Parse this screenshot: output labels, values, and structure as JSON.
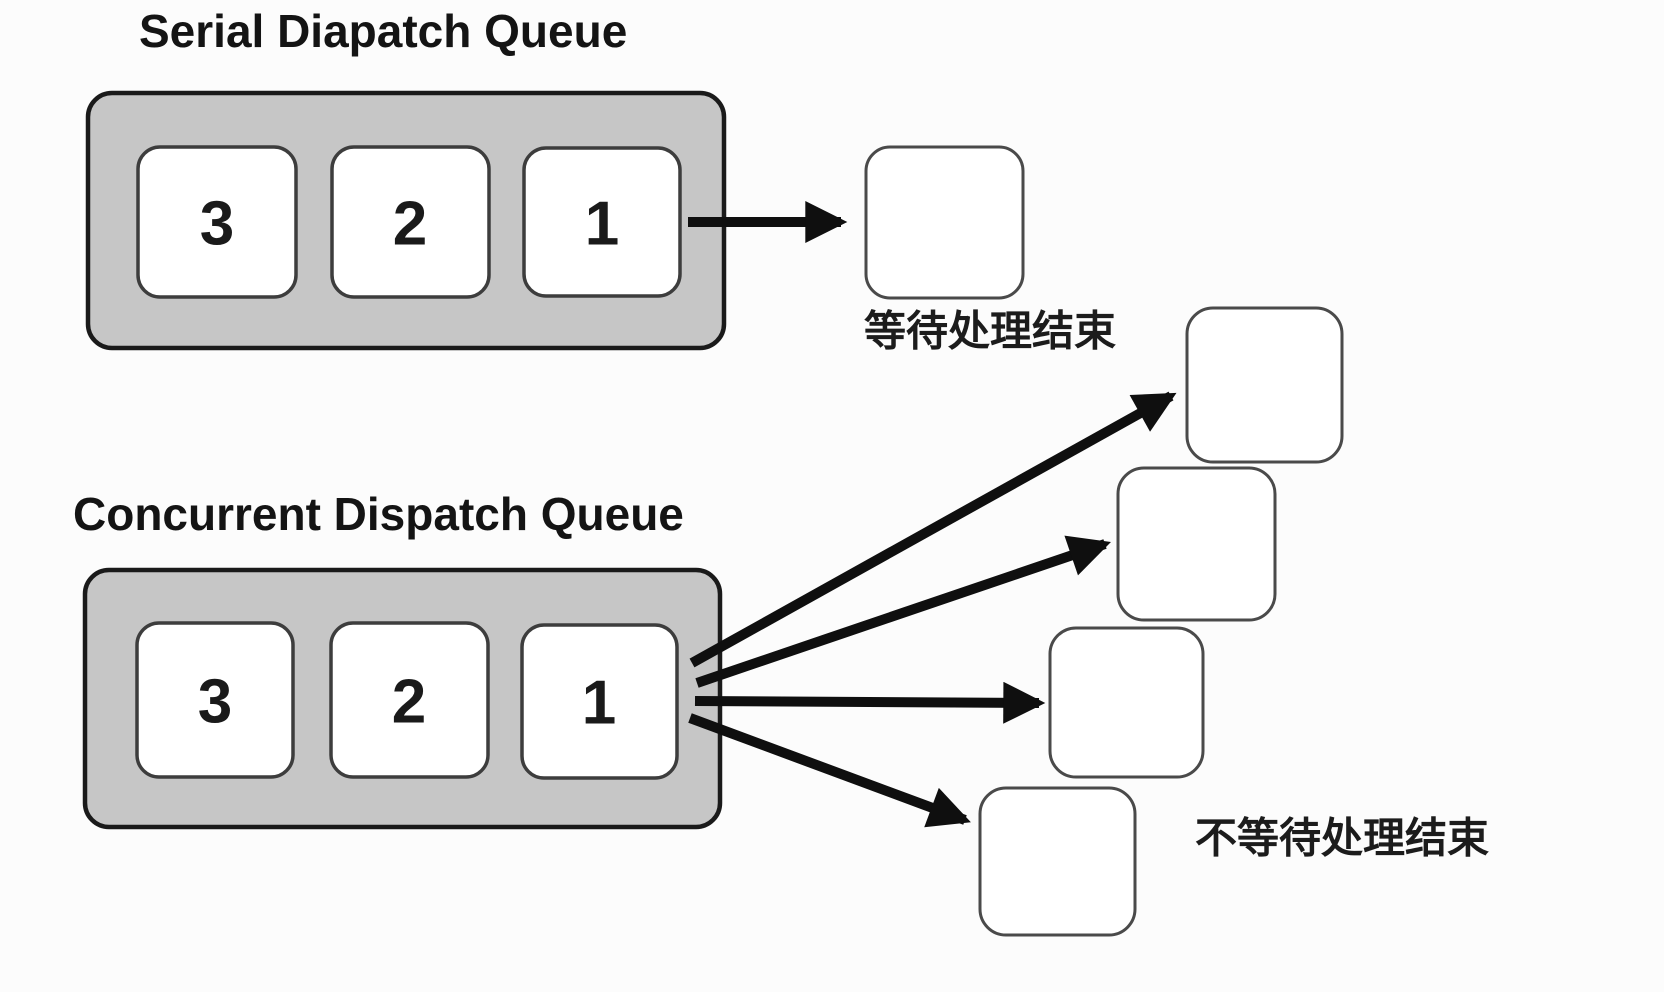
{
  "diagram": {
    "serial_queue": {
      "title": "Serial Diapatch Queue",
      "tasks": [
        "3",
        "2",
        "1"
      ],
      "result_label": "等待处理结束"
    },
    "concurrent_queue": {
      "title": "Concurrent Dispatch Queue",
      "tasks": [
        "3",
        "2",
        "1"
      ],
      "result_label": "不等待处理结束"
    },
    "colors": {
      "background": "#fcfcfc",
      "queue_fill": "#c6c6c6",
      "queue_border": "#1a1a1a",
      "task_fill": "#ffffff",
      "task_border": "#3d3d3d",
      "arrow": "#0f0f0f",
      "text": "#141414"
    }
  }
}
